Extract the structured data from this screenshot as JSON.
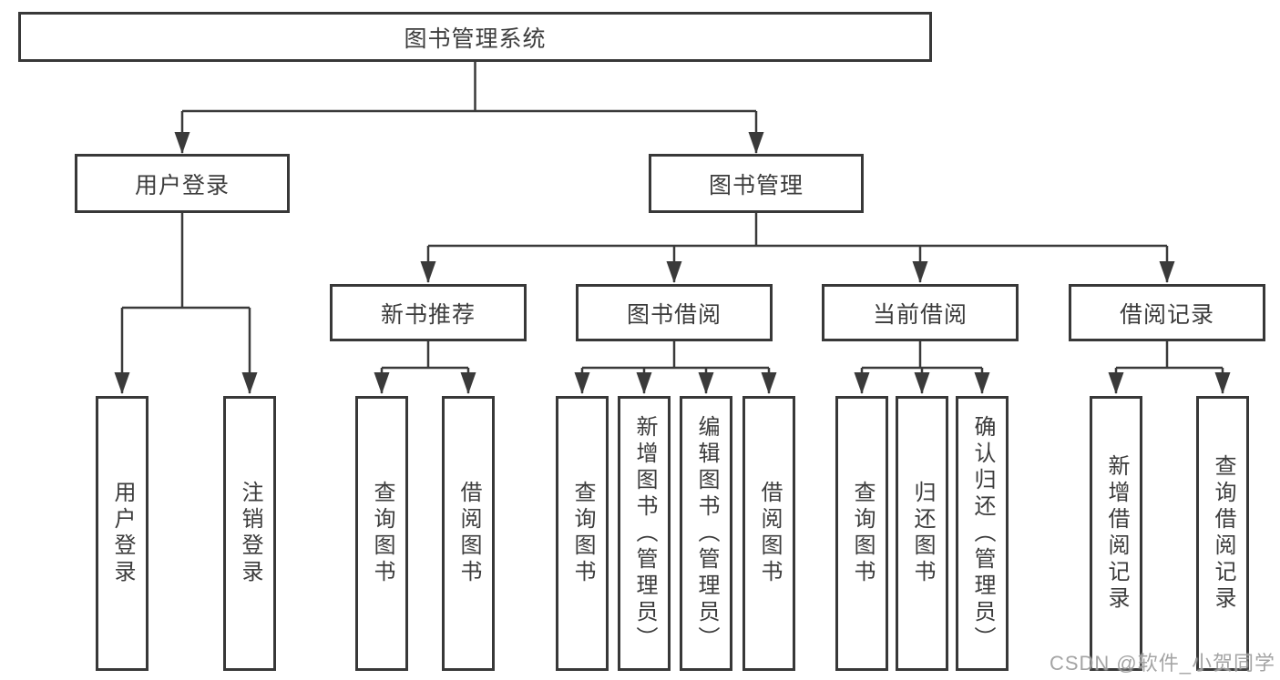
{
  "diagram": {
    "title": "图书管理系统",
    "nodes": {
      "root": "图书管理系统",
      "user_login": "用户登录",
      "book_mgmt": "图书管理",
      "new_book": "新书推荐",
      "book_borrow": "图书借阅",
      "current_borrow": "当前借阅",
      "borrow_record": "借阅记录",
      "leaves": {
        "user_login": [
          "用户登录",
          "注销登录"
        ],
        "new_book": [
          "查询图书",
          "借阅图书"
        ],
        "book_borrow": [
          "查询图书",
          "新增图书（管理员）",
          "编辑图书（管理员）",
          "借阅图书"
        ],
        "current_borrow": [
          "查询图书",
          "归还图书",
          "确认归还（管理员）"
        ],
        "borrow_record": [
          "新增借阅记录",
          "查询借阅记录"
        ]
      }
    },
    "colors": {
      "background": "#ffffff",
      "border": "#383838",
      "line": "#3a3a3a",
      "text": "#3c3c3c",
      "watermark": "#949494"
    }
  },
  "watermark": "CSDN @软件_小贺同学"
}
